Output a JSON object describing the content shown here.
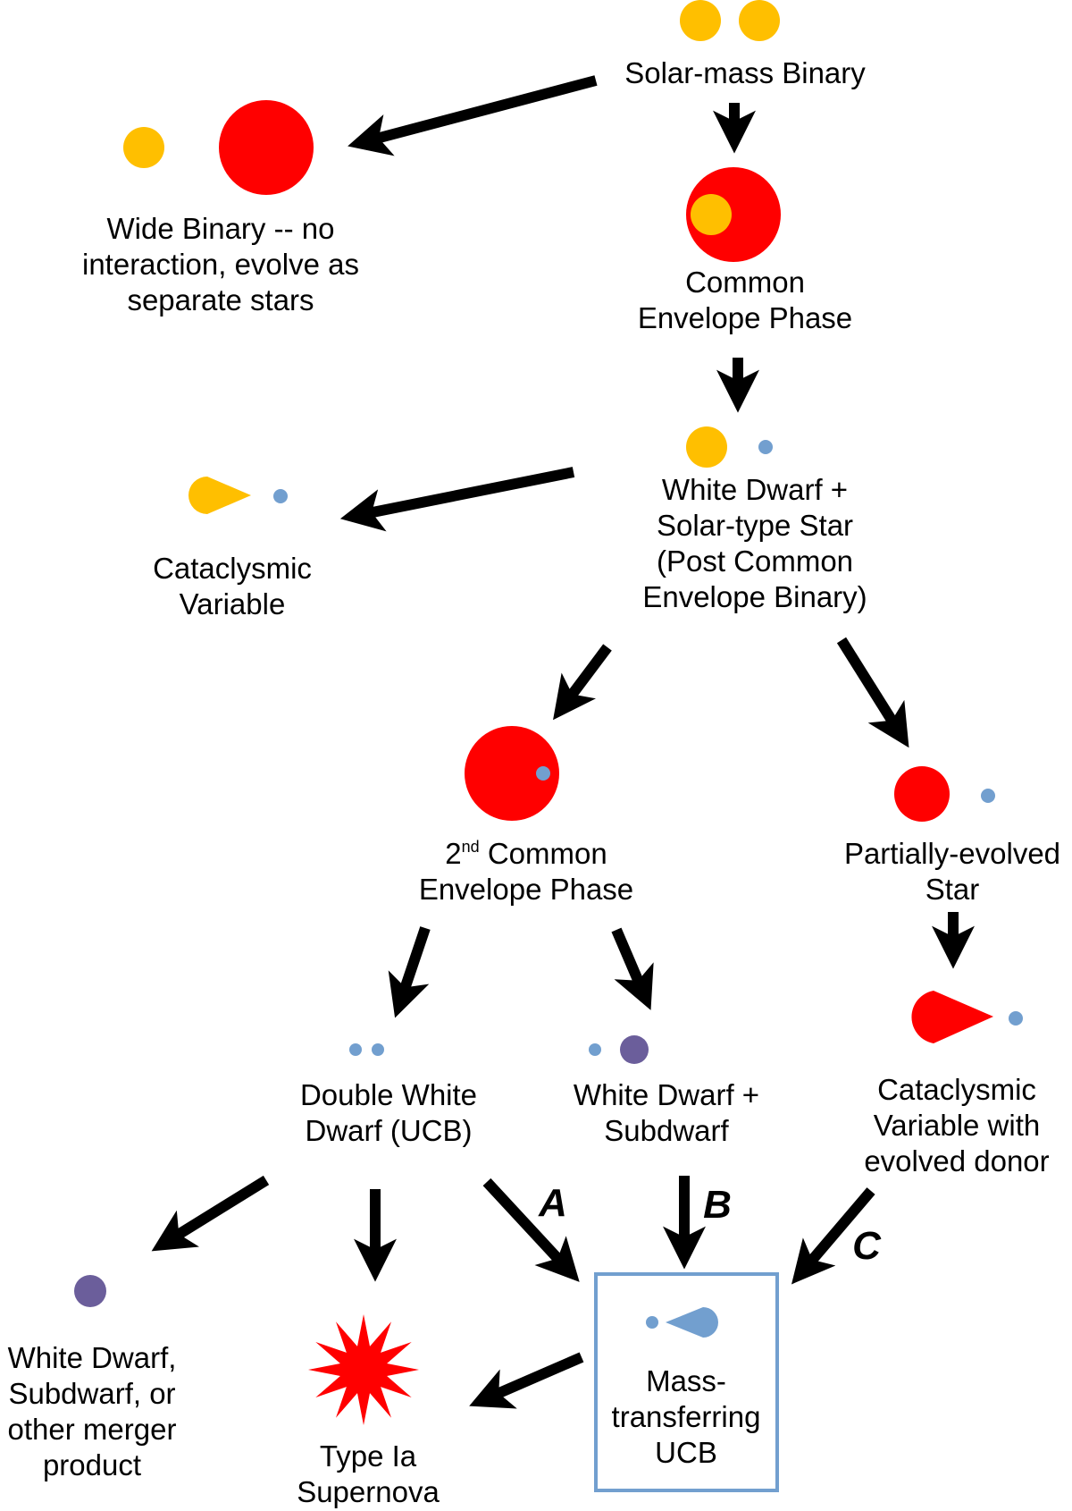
{
  "title": "Evolution of a solar-mass binary",
  "colors": {
    "solar_star": "#ffbf00",
    "giant": "#ff0000",
    "white_dwarf": "#729fcf",
    "subdwarf": "#6b5e9b",
    "supernova": "#ff0000",
    "arrow": "#000000",
    "highlight": "#729fcf"
  },
  "nodes": {
    "solar_binary": {
      "lines": [
        "Solar-mass Binary"
      ]
    },
    "wide_binary": {
      "lines": [
        "Wide Binary -- no",
        "interaction, evolve as",
        "separate stars"
      ]
    },
    "common_envelope": {
      "lines": [
        "Common",
        "Envelope Phase"
      ]
    },
    "wd_solar": {
      "lines": [
        "White Dwarf +",
        "Solar-type Star",
        "(Post Common",
        "Envelope Binary)"
      ]
    },
    "cv": {
      "lines": [
        "Cataclysmic",
        "Variable"
      ]
    },
    "second_ce": {
      "ordinal": "2",
      "superscript": "nd",
      "line1_rest": " Common",
      "line2": "Envelope Phase"
    },
    "partially_evolved": {
      "lines": [
        "Partially-evolved",
        "Star"
      ]
    },
    "double_wd": {
      "lines": [
        "Double White",
        "Dwarf (UCB)"
      ]
    },
    "wd_subdwarf": {
      "lines": [
        "White Dwarf +",
        "Subdwarf"
      ]
    },
    "cv_evolved": {
      "lines": [
        "Cataclysmic",
        "Variable with",
        "evolved donor"
      ]
    },
    "merger": {
      "lines": [
        "White Dwarf,",
        "Subdwarf, or",
        "other merger",
        "product"
      ]
    },
    "supernova": {
      "lines": [
        "Type Ia",
        "Supernova"
      ]
    },
    "mass_transfer_ucb": {
      "lines": [
        "Mass-",
        "transferring",
        "UCB"
      ]
    }
  },
  "path_labels": {
    "a": "A",
    "b": "B",
    "c": "C"
  },
  "icons": {
    "solar_binary": "two-yellow-stars-icon",
    "wide_binary": "yellow-star-and-red-giant-icon",
    "common_envelope": "red-giant-engulfing-star-icon",
    "wd_solar": "yellow-star-and-white-dwarf-icon",
    "cv": "yellow-teardrop-and-white-dwarf-icon",
    "second_ce": "red-giant-engulfing-white-dwarf-icon",
    "partially_evolved": "red-star-and-white-dwarf-icon",
    "double_wd": "two-white-dwarfs-icon",
    "wd_subdwarf": "white-dwarf-and-subdwarf-icon",
    "cv_evolved": "red-teardrop-and-white-dwarf-icon",
    "merger": "merger-product-icon",
    "supernova": "supernova-starburst-icon",
    "mass_transfer_ucb": "blue-teardrop-and-white-dwarf-icon"
  }
}
